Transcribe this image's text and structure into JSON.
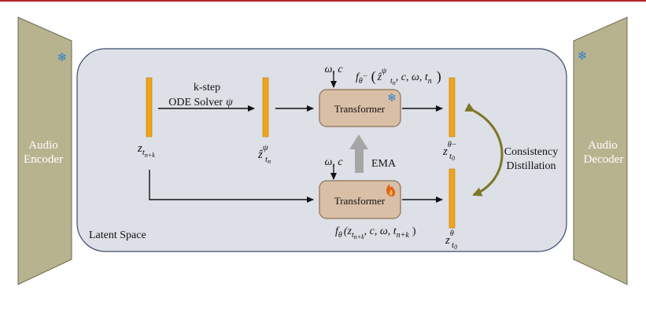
{
  "colors": {
    "top_rule": "#b3242e",
    "panel_fill": "#b8b38f",
    "panel_stroke": "#6e6a50",
    "latent_fill": "#dde0e6",
    "latent_stroke": "#3c4b6c",
    "transformer_fill": "#d8bfa6",
    "transformer_stroke": "#8b7055",
    "latent_bar": "#f2a31b",
    "ema_arrow": "#a6a6a6",
    "consistency_arrow": "#7d7627",
    "snowflake": "#2f7fcf",
    "flame": "#e0601b"
  },
  "encoder": {
    "line1": "Audio",
    "line2": "Encoder",
    "icon": "snowflake-icon"
  },
  "decoder": {
    "line1": "Audio",
    "line2": "Decoder",
    "icon": "snowflake-icon"
  },
  "latent_space": {
    "label": "Latent Space"
  },
  "solver": {
    "line1": "k-step",
    "line2": "ODE Solver",
    "symbol": "ψ"
  },
  "transformer_top": {
    "label": "Transformer",
    "icon": "snowflake-icon"
  },
  "transformer_bottom": {
    "label": "Transformer",
    "icon": "flame-icon"
  },
  "conditions": {
    "top": "ω, c",
    "bottom": "ω, c"
  },
  "ema": {
    "label": "EMA"
  },
  "consistency": {
    "line1": "Consistency",
    "line2": "Distillation"
  },
  "formulas": {
    "top": {
      "f": "f",
      "sub_f": "θ",
      "sup_f": "−",
      "args_lead": "(",
      "zhat": "ẑ",
      "z_sup": "ψ",
      "z_sub_t": "t",
      "z_sub_n": "n",
      "args_mid": ", c, ω, t",
      "t_sub": "n",
      "args_end": ")"
    },
    "bottom": {
      "f": "f",
      "sub_f": "θ",
      "args_lead": "(z",
      "z_sub_t": "t",
      "z_sub_nk": "n+k",
      "args_mid": ", c, ω, t",
      "t_sub": "n+k",
      "args_end": ")"
    }
  },
  "latents": {
    "z_tnk": {
      "base": "z",
      "sub": "t",
      "subsub": "n+k"
    },
    "zhat_tn": {
      "base": "ẑ",
      "sup": "ψ",
      "sub": "t",
      "subsub": "n"
    },
    "z_t0_minus": {
      "base": "z",
      "sup": "θ−",
      "sub": "t",
      "subsub": "0"
    },
    "z_t0": {
      "base": "z",
      "sup": "θ",
      "sub": "t",
      "subsub": "0"
    }
  }
}
